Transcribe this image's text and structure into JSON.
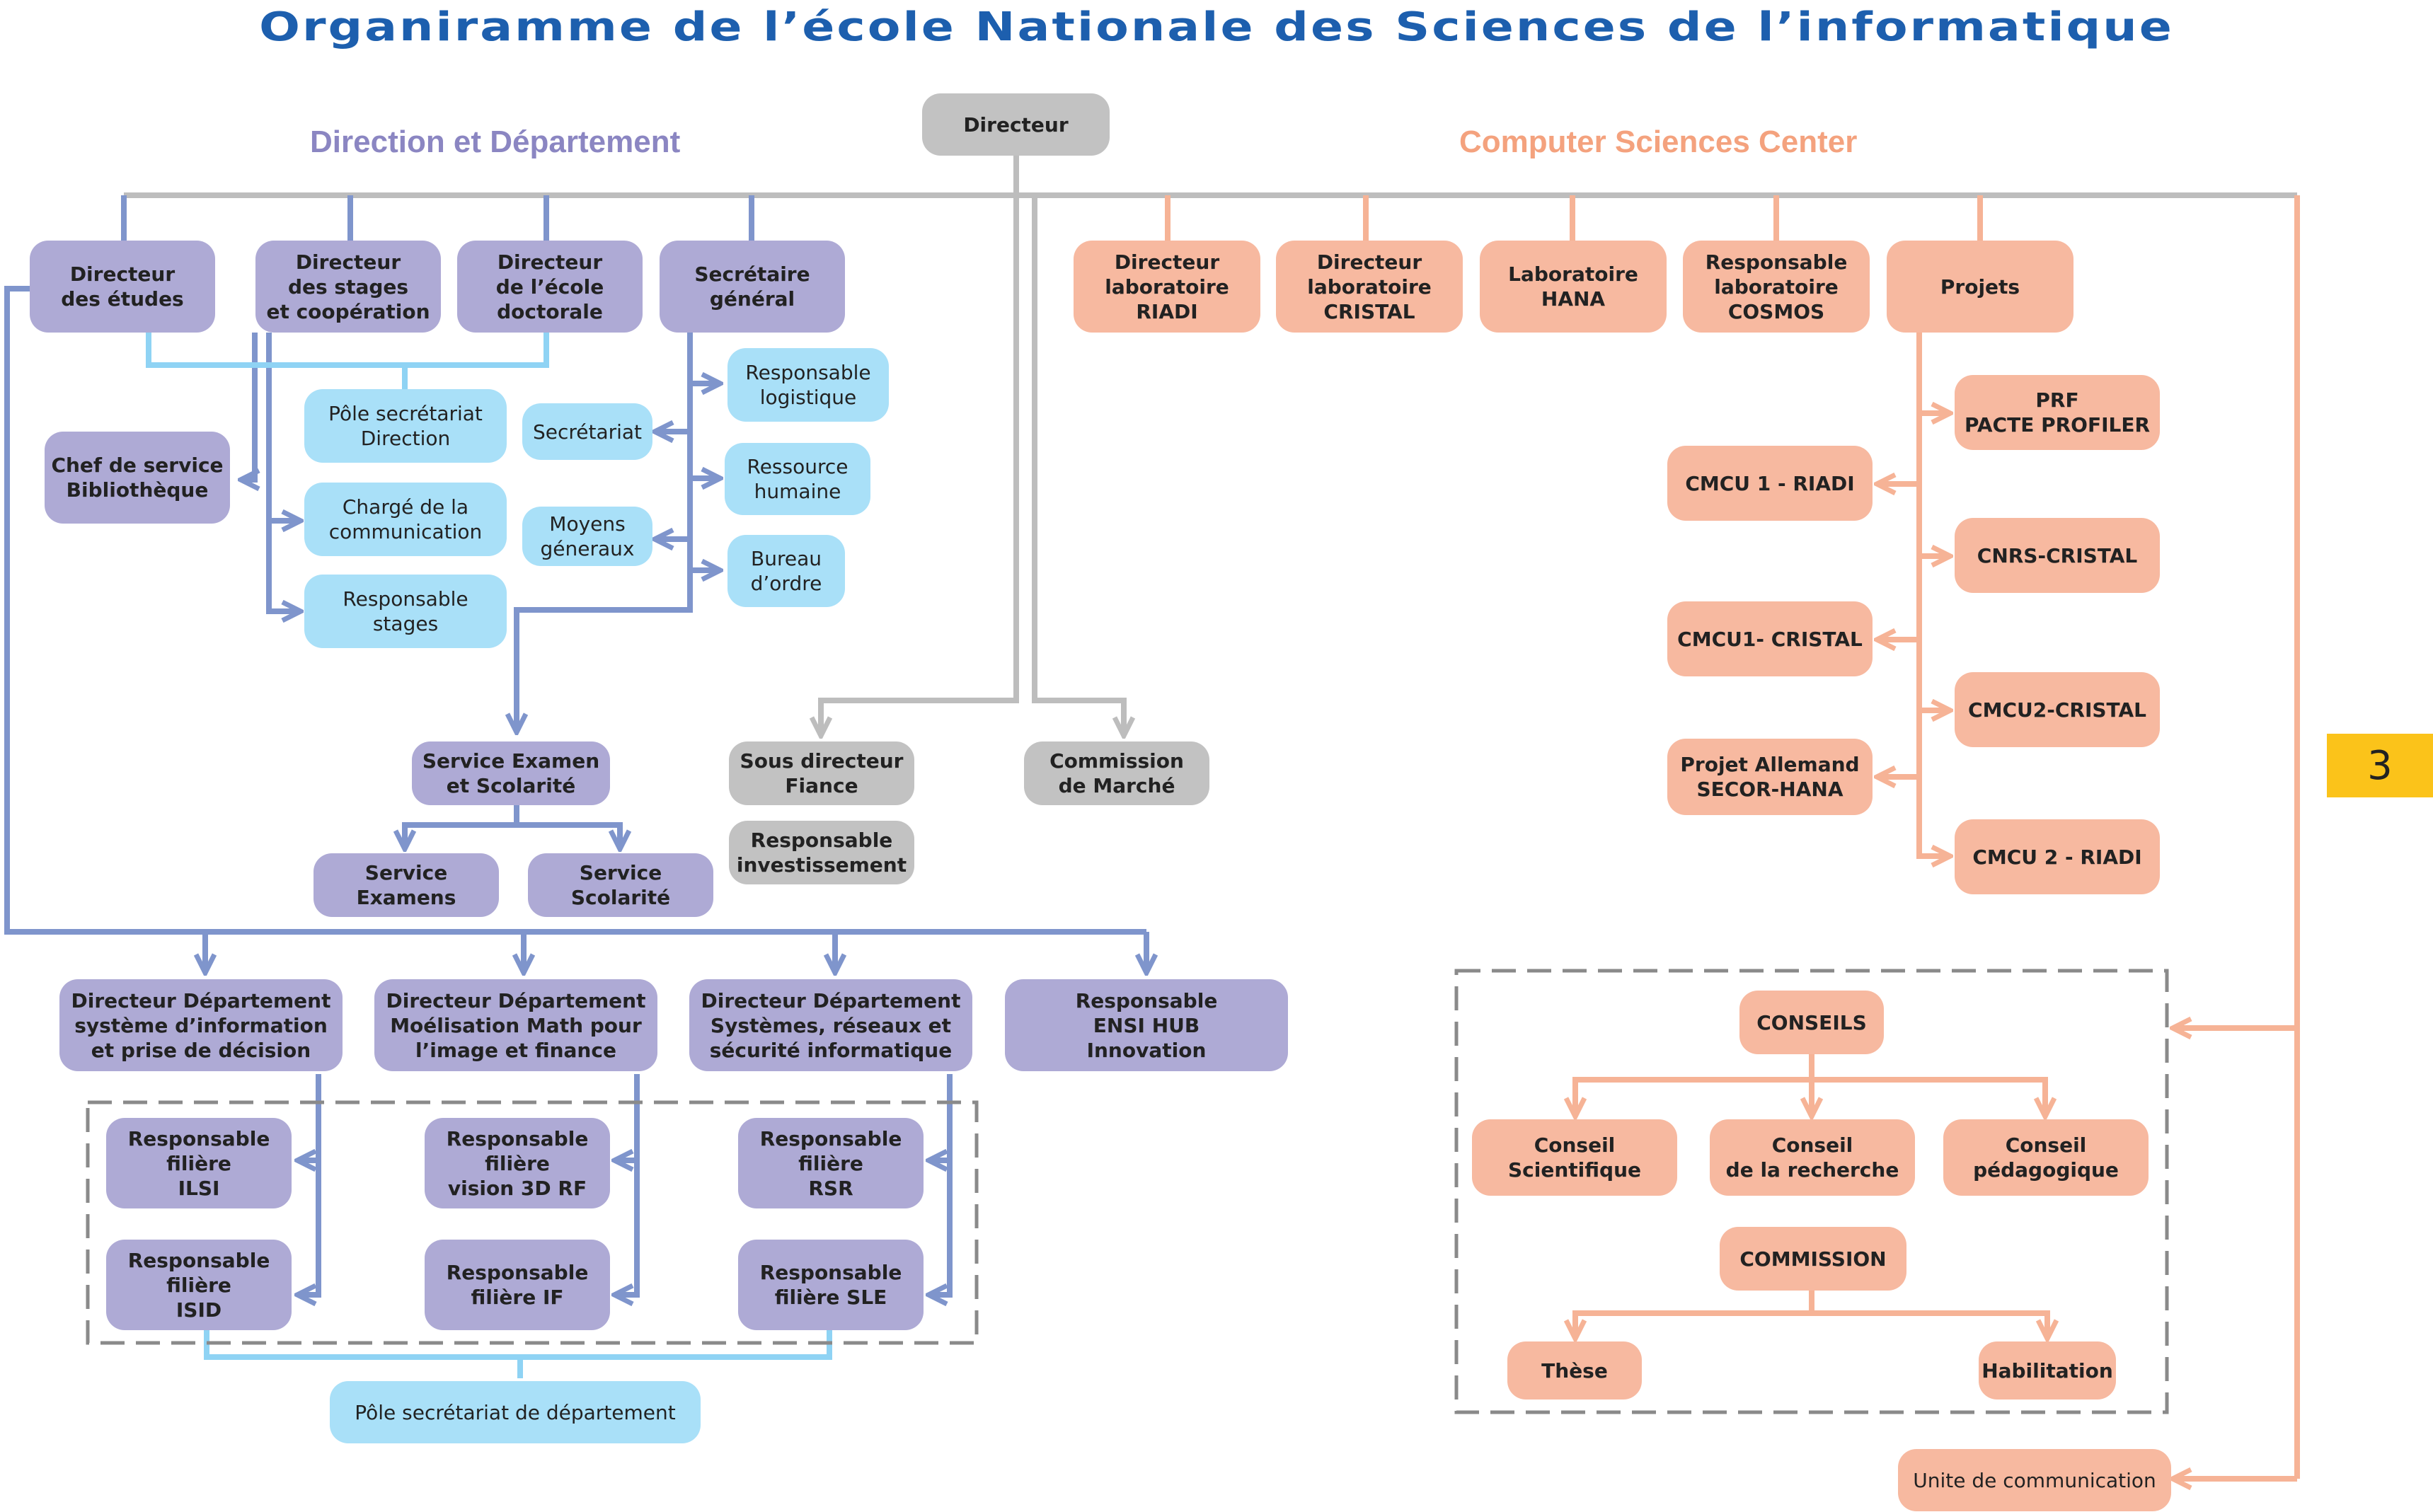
{
  "title": "Organiramme de l’école Nationale des Sciences de l’informatique",
  "sections": {
    "left": "Direction et Département",
    "right": "Computer Sciences Center"
  },
  "colors": {
    "title": "#1d5fae",
    "left_section": "#8b86c2",
    "right_section": "#f4a27e",
    "purple_box": "#aeaad5",
    "blue_box": "#a9e0f8",
    "gray_box": "#c2c2c2",
    "orange_box": "#f7b9a0",
    "tab": "#fbc31a"
  },
  "page_number": "3",
  "nodes": {
    "directeur": "Directeur",
    "directeur_etudes": "Directeur\ndes études",
    "directeur_stages": "Directeur\ndes stages\net coopération",
    "directeur_ecole_doctorale": "Directeur\nde l’école\ndoctorale",
    "secretaire_general": "Secrétaire\ngénéral",
    "chef_bibliotheque": "Chef de service\nBibliothèque",
    "pole_secretariat_direction": "Pôle secrétariat\nDirection",
    "charge_communication": "Chargé de la\ncommunication",
    "responsable_stages": "Responsable\nstages",
    "secretariat": "Secrétariat",
    "moyens_generaux": "Moyens\ngéneraux",
    "responsable_logistique": "Responsable\nlogistique",
    "ressource_humaine": "Ressource\nhumaine",
    "bureau_ordre": "Bureau\nd’ordre",
    "service_examen_scolarite": "Service Examen\net Scolarité",
    "service_examens": "Service\nExamens",
    "service_scolarite": "Service\nScolarité",
    "sous_directeur_finance": "Sous directeur\nFiance",
    "responsable_investissement": "Responsable\ninvestissement",
    "commission_marche": "Commission\nde Marché",
    "dept_sid": "Directeur Département\nsystème d’information\net prise de décision",
    "dept_math": "Directeur Département\nMoélisation Math pour\nl’image et finance",
    "dept_reseaux": "Directeur Département\nSystèmes, réseaux et\nsécurité informatique",
    "ensi_hub": "Responsable\nENSI HUB\nInnovation",
    "filiere_ilsi": "Responsable\nfilière\nILSI",
    "filiere_isid": "Responsable\nfilière\nISID",
    "filiere_vision": "Responsable\nfilière\nvision 3D RF",
    "filiere_if": "Responsable\nfilière IF",
    "filiere_rsr": "Responsable\nfilière\nRSR",
    "filiere_sle": "Responsable\nfilière SLE",
    "pole_secretariat_departement": "Pôle secrétariat de département",
    "lab_riadi": "Directeur\nlaboratoire\nRIADI",
    "lab_cristal": "Directeur\nlaboratoire\nCRISTAL",
    "lab_hana": "Laboratoire\nHANA",
    "lab_cosmos": "Responsable\nlaboratoire\nCOSMOS",
    "projets": "Projets",
    "prf": "PRF\nPACTE PROFILER",
    "cmcu1_riadi": "CMCU 1 - RIADI",
    "cnrs_cristal": "CNRS-CRISTAL",
    "cmcu1_cristal": "CMCU1- CRISTAL",
    "cmcu2_cristal": "CMCU2-CRISTAL",
    "projet_allemand": "Projet Allemand\nSECOR-HANA",
    "cmcu2_riadi": "CMCU 2 - RIADI",
    "conseils": "CONSEILS",
    "conseil_scientifique": "Conseil\nScientifique",
    "conseil_recherche": "Conseil\nde la recherche",
    "conseil_pedagogique": "Conseil\npédagogique",
    "commission": "COMMISSION",
    "these": "Thèse",
    "habilitation": "Habilitation",
    "unite_communication": "Unite de communication"
  }
}
